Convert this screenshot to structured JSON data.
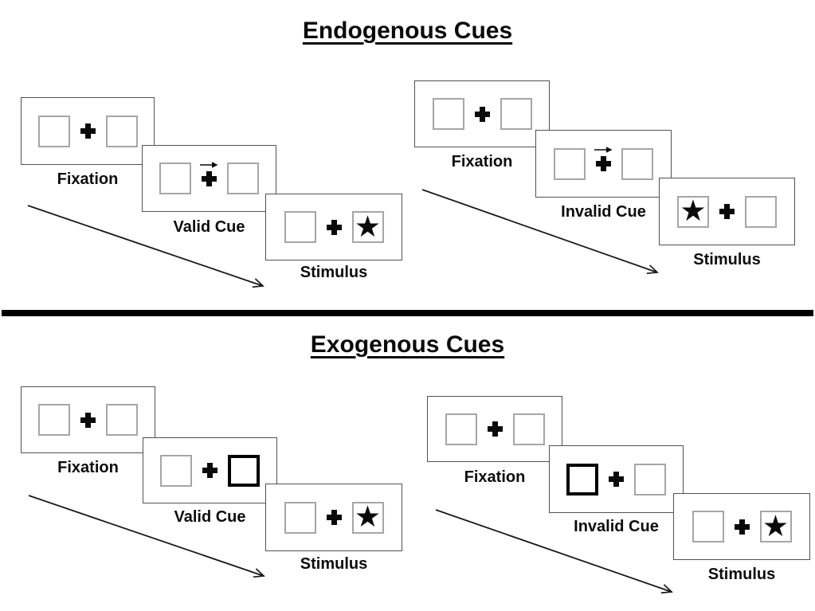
{
  "sections": [
    {
      "title": "Endogenous Cues",
      "groups": [
        {
          "name": "valid",
          "panels": [
            {
              "label": "Fixation",
              "type": "fixation"
            },
            {
              "label": "Valid Cue",
              "type": "central-arrow-cue-right"
            },
            {
              "label": "Stimulus",
              "type": "stimulus-star-right"
            }
          ]
        },
        {
          "name": "invalid",
          "panels": [
            {
              "label": "Fixation",
              "type": "fixation"
            },
            {
              "label": "Invalid Cue",
              "type": "central-arrow-cue-right"
            },
            {
              "label": "Stimulus",
              "type": "stimulus-star-left"
            }
          ]
        }
      ]
    },
    {
      "title": "Exogenous Cues",
      "groups": [
        {
          "name": "valid",
          "panels": [
            {
              "label": "Fixation",
              "type": "fixation"
            },
            {
              "label": "Valid Cue",
              "type": "peripheral-box-cue-right"
            },
            {
              "label": "Stimulus",
              "type": "stimulus-star-right"
            }
          ]
        },
        {
          "name": "invalid",
          "panels": [
            {
              "label": "Fixation",
              "type": "fixation"
            },
            {
              "label": "Invalid Cue",
              "type": "peripheral-box-cue-left"
            },
            {
              "label": "Stimulus",
              "type": "stimulus-star-right"
            }
          ]
        }
      ]
    }
  ],
  "glyphs": {
    "star": "★"
  },
  "colors": {
    "ink": "#000000",
    "panel_border": "#515151",
    "square_border": "#a6a6a6",
    "divider": "#000000"
  }
}
